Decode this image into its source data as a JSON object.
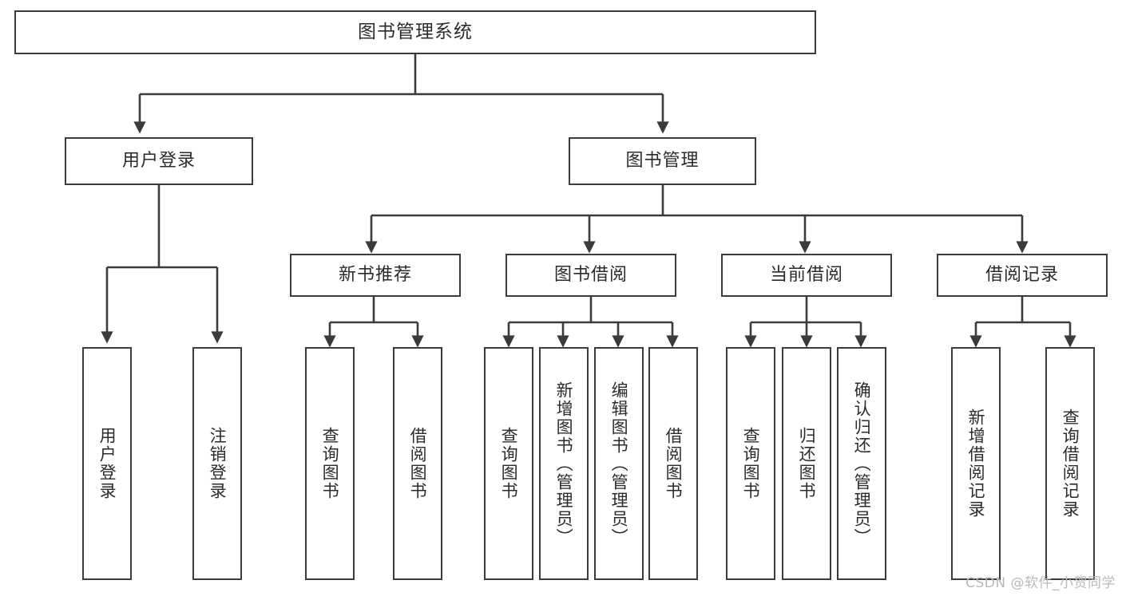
{
  "diagram": {
    "title": "图书管理系统",
    "watermark": "CSDN @软件_小贺同学",
    "line_color": "#3b3b3b",
    "box_fill": "#ffffff",
    "text_color": "#2b2b2b",
    "watermark_color": "#b9b9b9",
    "root": {
      "label": "图书管理系统"
    },
    "level1": [
      {
        "label": "用户登录"
      },
      {
        "label": "图书管理"
      }
    ],
    "level2": [
      {
        "label": "新书推荐"
      },
      {
        "label": "图书借阅"
      },
      {
        "label": "当前借阅"
      },
      {
        "label": "借阅记录"
      }
    ],
    "leaves": {
      "user_login": [
        {
          "label": "用户登录"
        },
        {
          "label": "注销登录"
        }
      ],
      "new_book": [
        {
          "label": "查询图书"
        },
        {
          "label": "借阅图书"
        }
      ],
      "borrow_book": [
        {
          "label": "查询图书"
        },
        {
          "label": "新增图书（管理员）"
        },
        {
          "label": "编辑图书（管理员）"
        },
        {
          "label": "借阅图书"
        }
      ],
      "current_borrow": [
        {
          "label": "查询图书"
        },
        {
          "label": "归还图书"
        },
        {
          "label": "确认归还（管理员）"
        }
      ],
      "borrow_record": [
        {
          "label": "新增借阅记录"
        },
        {
          "label": "查询借阅记录"
        }
      ]
    }
  }
}
